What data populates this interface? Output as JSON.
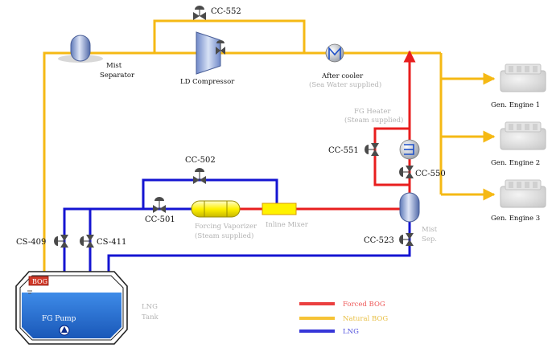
{
  "colors": {
    "forced_bog": "#e81e1e",
    "natural_bog": "#f5b914",
    "lng": "#1414d2",
    "vessel_blue": "#2a73d6"
  },
  "labels": {
    "cc552": "CC-552",
    "cc502": "CC-502",
    "cc501": "CC-501",
    "cc551": "CC-551",
    "cc550": "CC-550",
    "cc523": "CC-523",
    "cs409": "CS-409",
    "cs411": "CS-411",
    "mist_separator_line1": "Mist",
    "mist_separator_line2": "Separator",
    "ld_compressor": "LD Compressor",
    "after_cooler": "After cooler",
    "after_cooler_sub": "(Sea Water supplied)",
    "fg_heater": "FG Heater",
    "fg_heater_sub": "(Steam supplied)",
    "forcing_vaporizer": "Forcing Vaporizer",
    "forcing_vaporizer_sub": "(Steam supplied)",
    "inline_mixer": "Inline Mixer",
    "mist_sep2_line1": "Mist",
    "mist_sep2_line2": "Sep.",
    "bog_tag": "BOG",
    "fg_pump": "FG Pump",
    "lng_tank_line1": "LNG",
    "lng_tank_line2": "Tank"
  },
  "engines": [
    {
      "label": "Gen. Engine 1"
    },
    {
      "label": "Gen. Engine 2"
    },
    {
      "label": "Gen. Engine 3"
    }
  ],
  "legend": [
    {
      "label": "Forced BOG",
      "color": "#e81e1e"
    },
    {
      "label": "Natural BOG",
      "color": "#f5b914"
    },
    {
      "label": "LNG",
      "color": "#1414d2"
    }
  ]
}
